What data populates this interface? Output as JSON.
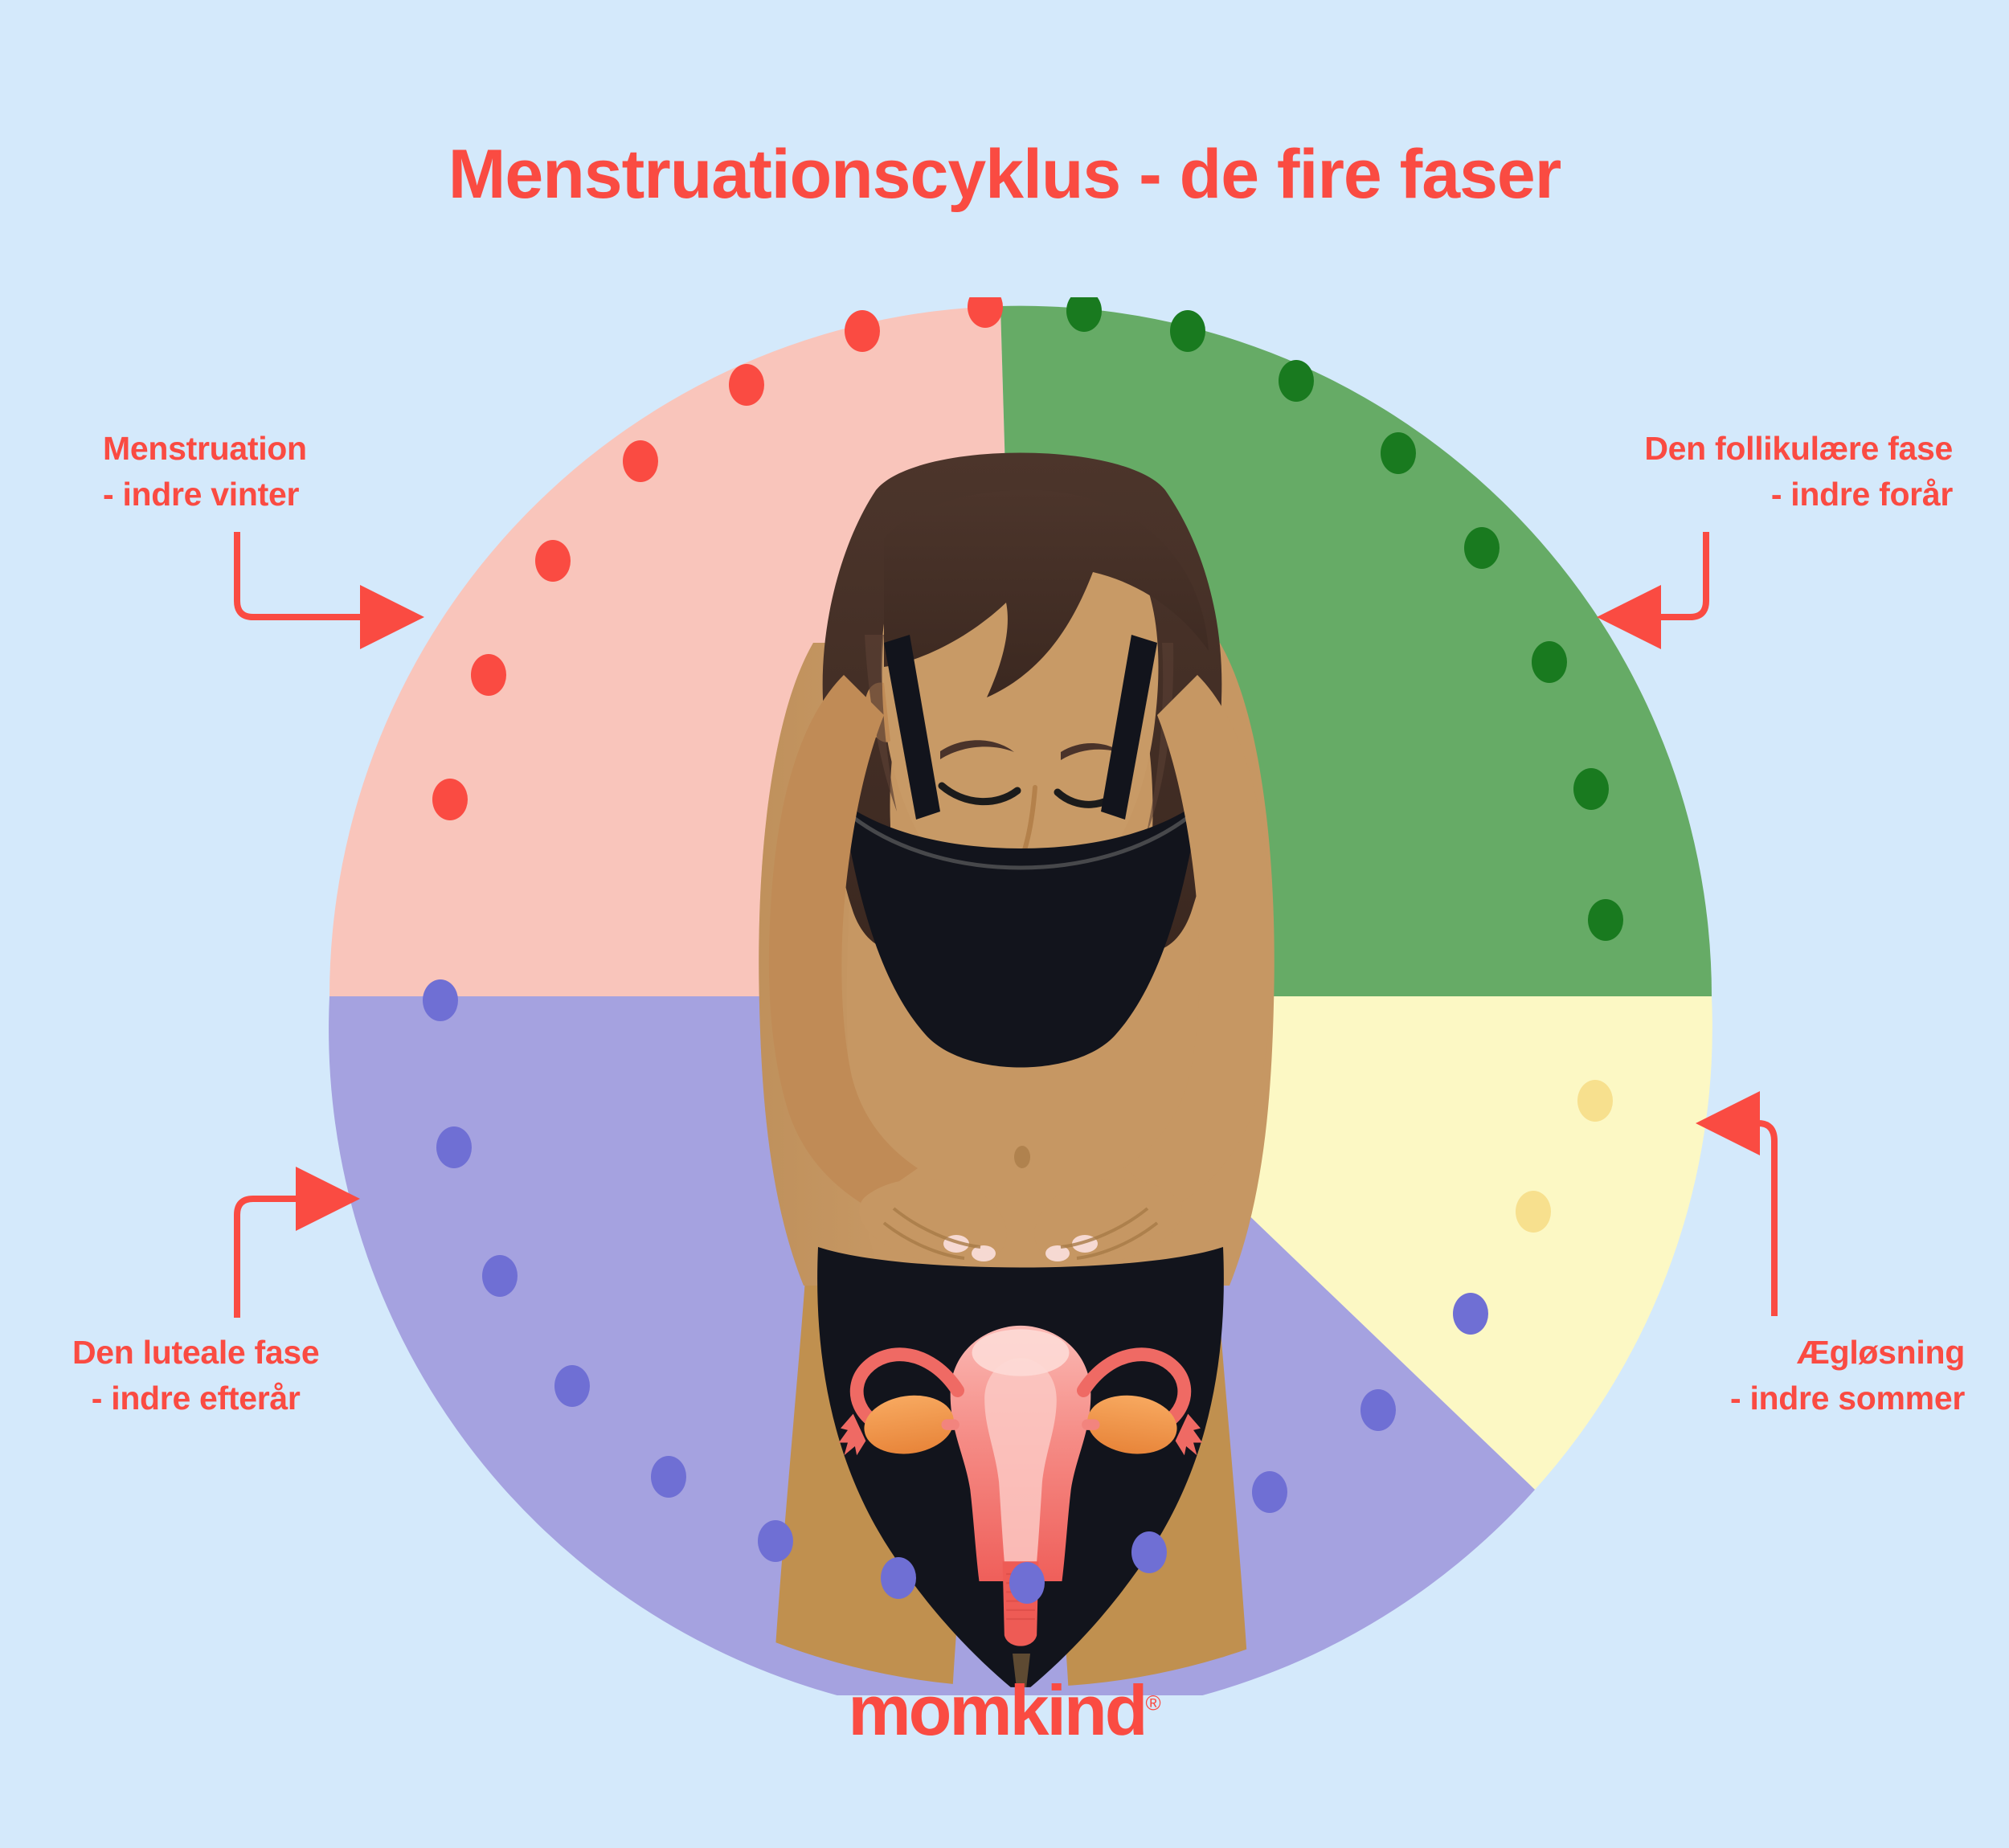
{
  "page": {
    "title": "Menstruationscyklus - de fire faser",
    "background_color": "#d4e9fb",
    "accent_color": "#fa4b42"
  },
  "brand": {
    "name": "momkind",
    "trademark": "®"
  },
  "labels": {
    "menstruation": "Menstruation\n- indre vinter",
    "follicular": "Den follikulære fase\n- indre forår",
    "luteal": "Den luteale fase\n- indre efterår",
    "ovulation": "Ægløsning\n- indre sommer"
  },
  "illustration": {
    "figure": "woman-torso-illustration",
    "anatomy": "uterus-and-ovaries-diagram",
    "skin_color": "#c69763",
    "hair_color": "#4a332a",
    "underwear_color": "#12141c"
  },
  "chart_data": {
    "type": "pie",
    "title": "Menstruationscyklus - de fire faser",
    "legend_position": "around",
    "center": [
      870,
      870
    ],
    "radius": 860,
    "segments": [
      {
        "name": "Menstruation - indre vinter",
        "short": "Menstruation",
        "season": "indre vinter",
        "color": "#f9c5bb",
        "dot_color": "#fa4b42",
        "start_angle": 270,
        "end_angle": 345,
        "dot_count": 7
      },
      {
        "name": "Den follikulære fase - indre forår",
        "short": "Den follikulære fase",
        "season": "indre forår",
        "color": "#66ab66",
        "dot_color": "#197a1f",
        "start_angle": 345,
        "end_angle": 90,
        "dot_count": 8
      },
      {
        "name": "Ægløsning - indre sommer",
        "short": "Ægløsning",
        "season": "indre sommer",
        "color": "#fcf8c4",
        "dot_color": "#f6e08a",
        "start_angle": 90,
        "end_angle": 125,
        "dot_count": 2
      },
      {
        "name": "Den luteale fase - indre efterår",
        "short": "Den luteale fase",
        "season": "indre efterår",
        "color": "#a5a2e0",
        "dot_color": "#6f6fd4",
        "start_angle": 125,
        "end_angle": 270,
        "dot_count": 11
      }
    ],
    "marker_dots_total": 28,
    "xlabel": "",
    "ylabel": ""
  }
}
